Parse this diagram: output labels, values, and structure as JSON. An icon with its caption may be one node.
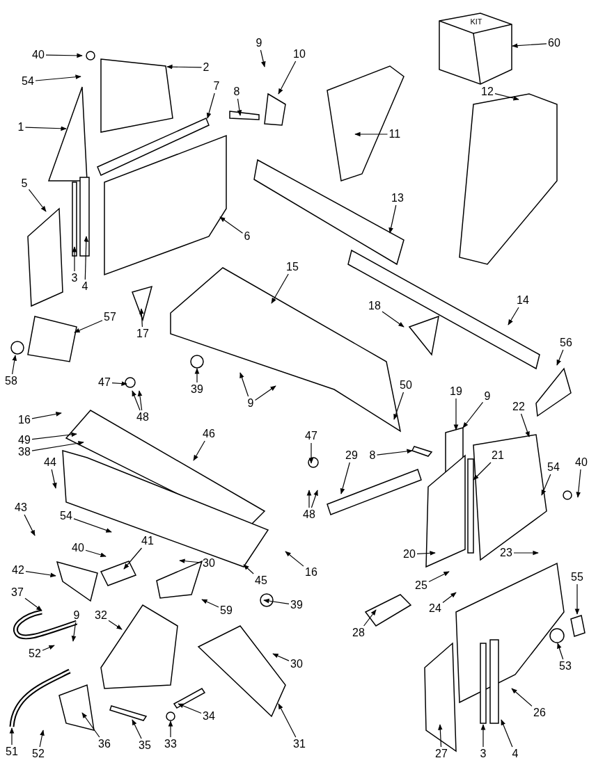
{
  "diagram": {
    "nodes": [
      {
        "text": [
          "40"
        ]
      },
      {
        "text": [
          "54"
        ]
      },
      {
        "text": [
          "2"
        ]
      },
      {
        "text": [
          "1"
        ]
      },
      {
        "text": [
          "7"
        ]
      },
      {
        "text": [
          "9"
        ]
      },
      {
        "text": [
          "10"
        ]
      },
      {
        "text": [
          "8"
        ]
      },
      {
        "text": [
          "11"
        ]
      },
      {
        "text": [
          "60"
        ]
      },
      {
        "text": [
          "12"
        ]
      },
      {
        "text": [
          "5"
        ]
      },
      {
        "text": [
          "6"
        ]
      },
      {
        "text": [
          "13"
        ]
      },
      {
        "text": [
          "4"
        ]
      },
      {
        "text": [
          "3"
        ]
      },
      {
        "text": [
          "15"
        ]
      },
      {
        "text": [
          "14"
        ]
      },
      {
        "text": [
          "17"
        ]
      },
      {
        "text": [
          "18"
        ]
      },
      {
        "text": [
          "57"
        ]
      },
      {
        "text": [
          "58"
        ]
      },
      {
        "text": [
          "39"
        ]
      },
      {
        "text": [
          "56"
        ]
      },
      {
        "text": [
          "9"
        ]
      },
      {
        "text": [
          "50"
        ]
      },
      {
        "text": [
          "47"
        ]
      },
      {
        "text": [
          "48"
        ]
      },
      {
        "text": [
          "16"
        ]
      },
      {
        "text": [
          "19"
        ]
      },
      {
        "text": [
          "9"
        ]
      },
      {
        "text": [
          "22"
        ]
      },
      {
        "text": [
          "49"
        ]
      },
      {
        "text": [
          "46"
        ]
      },
      {
        "text": [
          "38"
        ]
      },
      {
        "text": [
          "47"
        ]
      },
      {
        "text": [
          "8"
        ]
      },
      {
        "text": [
          "21"
        ]
      },
      {
        "text": [
          "29"
        ]
      },
      {
        "text": [
          "54"
        ]
      },
      {
        "text": [
          "40"
        ]
      },
      {
        "text": [
          "44"
        ]
      },
      {
        "text": [
          "43"
        ]
      },
      {
        "text": [
          "48"
        ]
      },
      {
        "text": [
          "54"
        ]
      },
      {
        "text": [
          "40"
        ]
      },
      {
        "text": [
          "16"
        ]
      },
      {
        "text": [
          "20"
        ]
      },
      {
        "text": [
          "23"
        ]
      },
      {
        "text": [
          "42"
        ]
      },
      {
        "text": [
          "41"
        ]
      },
      {
        "text": [
          "30"
        ]
      },
      {
        "text": [
          "45"
        ]
      },
      {
        "text": [
          "25"
        ]
      },
      {
        "text": [
          "55"
        ]
      },
      {
        "text": [
          "37"
        ]
      },
      {
        "text": [
          "24"
        ]
      },
      {
        "text": [
          "32"
        ]
      },
      {
        "text": [
          "59"
        ]
      },
      {
        "text": [
          "39"
        ]
      },
      {
        "text": [
          "28"
        ]
      },
      {
        "text": [
          "9"
        ]
      },
      {
        "text": [
          "52"
        ]
      },
      {
        "text": [
          "30"
        ]
      },
      {
        "text": [
          "53"
        ]
      },
      {
        "text": [
          "51"
        ]
      },
      {
        "text": [
          "52"
        ]
      },
      {
        "text": [
          "36"
        ]
      },
      {
        "text": [
          "35"
        ]
      },
      {
        "text": [
          "33"
        ]
      },
      {
        "text": [
          "34"
        ]
      },
      {
        "text": [
          "31"
        ]
      },
      {
        "text": [
          "26"
        ]
      },
      {
        "text": [
          "27"
        ]
      },
      {
        "text": [
          "3"
        ]
      },
      {
        "text": [
          "4"
        ]
      },
      {
        "text": [
          "KIT"
        ]
      }
    ],
    "edges": [
      {
        "from": 0,
        "to": null,
        "arrow": "to"
      },
      {
        "from": 1,
        "to": null,
        "arrow": "to"
      },
      {
        "from": 2,
        "to": null,
        "arrow": "to"
      },
      {
        "from": 3,
        "to": null,
        "arrow": "to"
      },
      {
        "from": 4,
        "to": null,
        "arrow": "to"
      },
      {
        "from": 5,
        "to": null,
        "arrow": "to"
      },
      {
        "from": 6,
        "to": null,
        "arrow": "to"
      },
      {
        "from": 7,
        "to": null,
        "arrow": "to"
      },
      {
        "from": 8,
        "to": null,
        "arrow": "to"
      },
      {
        "from": 9,
        "to": 76,
        "arrow": "to"
      },
      {
        "from": 10,
        "to": null,
        "arrow": "to"
      },
      {
        "from": 11,
        "to": null,
        "arrow": "to"
      },
      {
        "from": 12,
        "to": null,
        "arrow": "to"
      },
      {
        "from": 13,
        "to": null,
        "arrow": "to"
      },
      {
        "from": 14,
        "to": null,
        "arrow": "to"
      },
      {
        "from": 15,
        "to": null,
        "arrow": "to"
      },
      {
        "from": 16,
        "to": null,
        "arrow": "to"
      },
      {
        "from": 17,
        "to": null,
        "arrow": "to"
      },
      {
        "from": 18,
        "to": null,
        "arrow": "to"
      },
      {
        "from": 19,
        "to": null,
        "arrow": "to"
      },
      {
        "from": 20,
        "to": null,
        "arrow": "to"
      },
      {
        "from": 21,
        "to": null,
        "arrow": "to"
      },
      {
        "from": 22,
        "to": null,
        "arrow": "to"
      },
      {
        "from": 23,
        "to": null,
        "arrow": "to"
      },
      {
        "from": 24,
        "to": null,
        "arrow": "to"
      },
      {
        "from": 24,
        "to": null,
        "arrow": "to"
      },
      {
        "from": 25,
        "to": null,
        "arrow": "to"
      },
      {
        "from": 26,
        "to": null,
        "arrow": "to"
      },
      {
        "from": 27,
        "to": null,
        "arrow": "to"
      },
      {
        "from": 27,
        "to": null,
        "arrow": "to"
      },
      {
        "from": 28,
        "to": null,
        "arrow": "to"
      },
      {
        "from": 29,
        "to": null,
        "arrow": "to"
      },
      {
        "from": 30,
        "to": null,
        "arrow": "to"
      },
      {
        "from": 31,
        "to": null,
        "arrow": "to"
      },
      {
        "from": 32,
        "to": null,
        "arrow": "to"
      },
      {
        "from": 33,
        "to": null,
        "arrow": "to"
      },
      {
        "from": 34,
        "to": null,
        "arrow": "to"
      },
      {
        "from": 35,
        "to": null,
        "arrow": "to"
      },
      {
        "from": 36,
        "to": null,
        "arrow": "to"
      },
      {
        "from": 37,
        "to": null,
        "arrow": "to"
      },
      {
        "from": 38,
        "to": null,
        "arrow": "to"
      },
      {
        "from": 39,
        "to": null,
        "arrow": "to"
      },
      {
        "from": 40,
        "to": null,
        "arrow": "to"
      },
      {
        "from": 41,
        "to": null,
        "arrow": "to"
      },
      {
        "from": 42,
        "to": null,
        "arrow": "to"
      },
      {
        "from": 43,
        "to": null,
        "arrow": "to"
      },
      {
        "from": 43,
        "to": null,
        "arrow": "to"
      },
      {
        "from": 44,
        "to": null,
        "arrow": "to"
      },
      {
        "from": 45,
        "to": null,
        "arrow": "to"
      },
      {
        "from": 46,
        "to": null,
        "arrow": "to"
      },
      {
        "from": 47,
        "to": null,
        "arrow": "to"
      },
      {
        "from": 48,
        "to": null,
        "arrow": "to"
      },
      {
        "from": 49,
        "to": null,
        "arrow": "to"
      },
      {
        "from": 50,
        "to": null,
        "arrow": "to"
      },
      {
        "from": 51,
        "to": null,
        "arrow": "to"
      },
      {
        "from": 52,
        "to": null,
        "arrow": "to"
      },
      {
        "from": 53,
        "to": null,
        "arrow": "to"
      },
      {
        "from": 54,
        "to": null,
        "arrow": "to"
      },
      {
        "from": 55,
        "to": null,
        "arrow": "to"
      },
      {
        "from": 56,
        "to": null,
        "arrow": "to"
      },
      {
        "from": 57,
        "to": null,
        "arrow": "to"
      },
      {
        "from": 58,
        "to": null,
        "arrow": "to"
      },
      {
        "from": 59,
        "to": null,
        "arrow": "to"
      },
      {
        "from": 60,
        "to": null,
        "arrow": "to"
      },
      {
        "from": 61,
        "to": null,
        "arrow": "to"
      },
      {
        "from": 62,
        "to": null,
        "arrow": "to"
      },
      {
        "from": 63,
        "to": null,
        "arrow": "to"
      },
      {
        "from": 64,
        "to": null,
        "arrow": "to"
      },
      {
        "from": 65,
        "to": null,
        "arrow": "to"
      },
      {
        "from": 66,
        "to": null,
        "arrow": "to"
      },
      {
        "from": 67,
        "to": null,
        "arrow": "to"
      },
      {
        "from": 68,
        "to": null,
        "arrow": "to"
      },
      {
        "from": 69,
        "to": null,
        "arrow": "to"
      },
      {
        "from": 70,
        "to": null,
        "arrow": "to"
      },
      {
        "from": 71,
        "to": null,
        "arrow": "to"
      },
      {
        "from": 72,
        "to": null,
        "arrow": "to"
      },
      {
        "from": 73,
        "to": null,
        "arrow": "to"
      },
      {
        "from": 74,
        "to": null,
        "arrow": "to"
      },
      {
        "from": 75,
        "to": null,
        "arrow": "to"
      }
    ]
  }
}
